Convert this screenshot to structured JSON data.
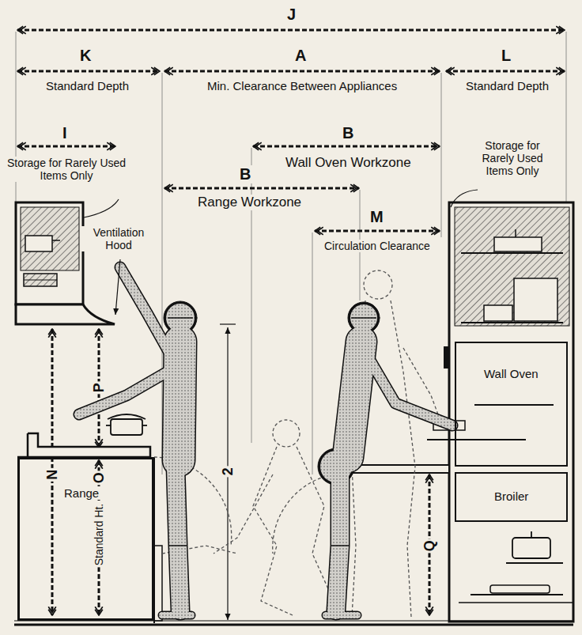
{
  "diagram": {
    "nodes": [
      {
        "text": [
          "Range"
        ]
      },
      {
        "text": [
          "Wall Oven"
        ]
      },
      {
        "text": [
          "Broiler"
        ]
      }
    ],
    "labels": [
      "J",
      "K",
      "Standard Depth",
      "A",
      "Min. Clearance Between Appliances",
      "L",
      "Standard Depth",
      "I",
      "Storage for Rarely Used Items Only",
      "Ventilation Hood",
      "B",
      "Wall Oven Workzone",
      "B",
      "Range Workzone",
      "Storage for Rarely Used Items Only",
      "M",
      "Circulation Clearance",
      "P",
      "N",
      "O",
      "Standard Ht.",
      "2",
      "Q"
    ]
  }
}
